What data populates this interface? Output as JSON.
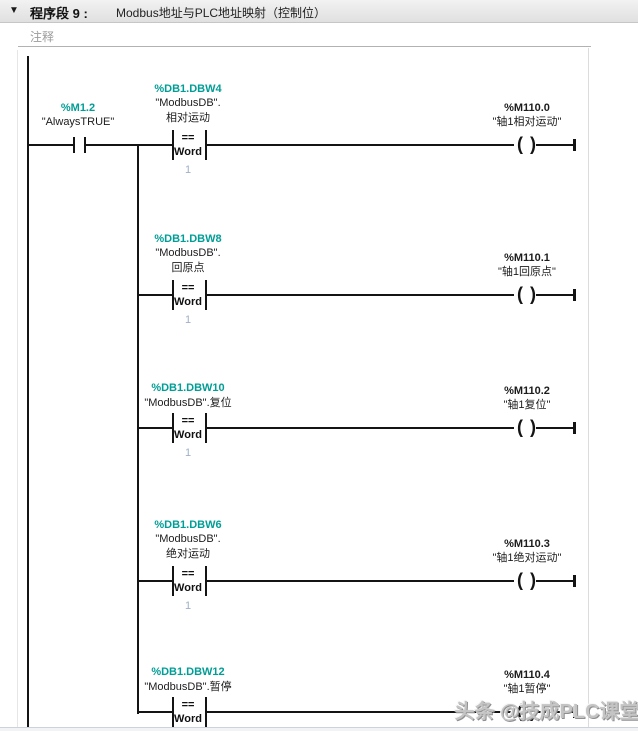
{
  "network": {
    "collapse_icon": "▼",
    "number_label": "程序段 9 :",
    "title": "Modbus地址与PLC地址映射（控制位）",
    "comment": "注释"
  },
  "ladder": {
    "coil_symbol": "(  )",
    "input_contact": {
      "address": "%M1.2",
      "name": "\"AlwaysTRUE\""
    },
    "rungs": [
      {
        "compare": {
          "address": "%DB1.DBW4",
          "name_lines": [
            "\"ModbusDB\".",
            "相对运动"
          ],
          "operator": "==",
          "data_type": "Word",
          "operand": "1"
        },
        "coil": {
          "address": "%M110.0",
          "name": "\"轴1相对运动\""
        }
      },
      {
        "compare": {
          "address": "%DB1.DBW8",
          "name_lines": [
            "\"ModbusDB\".",
            "回原点"
          ],
          "operator": "==",
          "data_type": "Word",
          "operand": "1"
        },
        "coil": {
          "address": "%M110.1",
          "name": "\"轴1回原点\""
        }
      },
      {
        "compare": {
          "address": "%DB1.DBW10",
          "name_lines": [
            "\"ModbusDB\".复位"
          ],
          "operator": "==",
          "data_type": "Word",
          "operand": "1"
        },
        "coil": {
          "address": "%M110.2",
          "name": "\"轴1复位\""
        }
      },
      {
        "compare": {
          "address": "%DB1.DBW6",
          "name_lines": [
            "\"ModbusDB\".",
            "绝对运动"
          ],
          "operator": "==",
          "data_type": "Word",
          "operand": "1"
        },
        "coil": {
          "address": "%M110.3",
          "name": "\"轴1绝对运动\""
        }
      },
      {
        "compare": {
          "address": "%DB1.DBW12",
          "name_lines": [
            "\"ModbusDB\".暂停"
          ],
          "operator": "==",
          "data_type": "Word",
          "operand": ""
        },
        "coil": {
          "address": "%M110.4",
          "name": "\"轴1暂停\""
        }
      }
    ]
  },
  "watermark": {
    "text": "头条 @技成PLC课堂"
  },
  "colors": {
    "operand_address": "#009E96",
    "constant": "#9FB0C8",
    "wire": "#141414",
    "header_bg": "#E6E6E6"
  }
}
